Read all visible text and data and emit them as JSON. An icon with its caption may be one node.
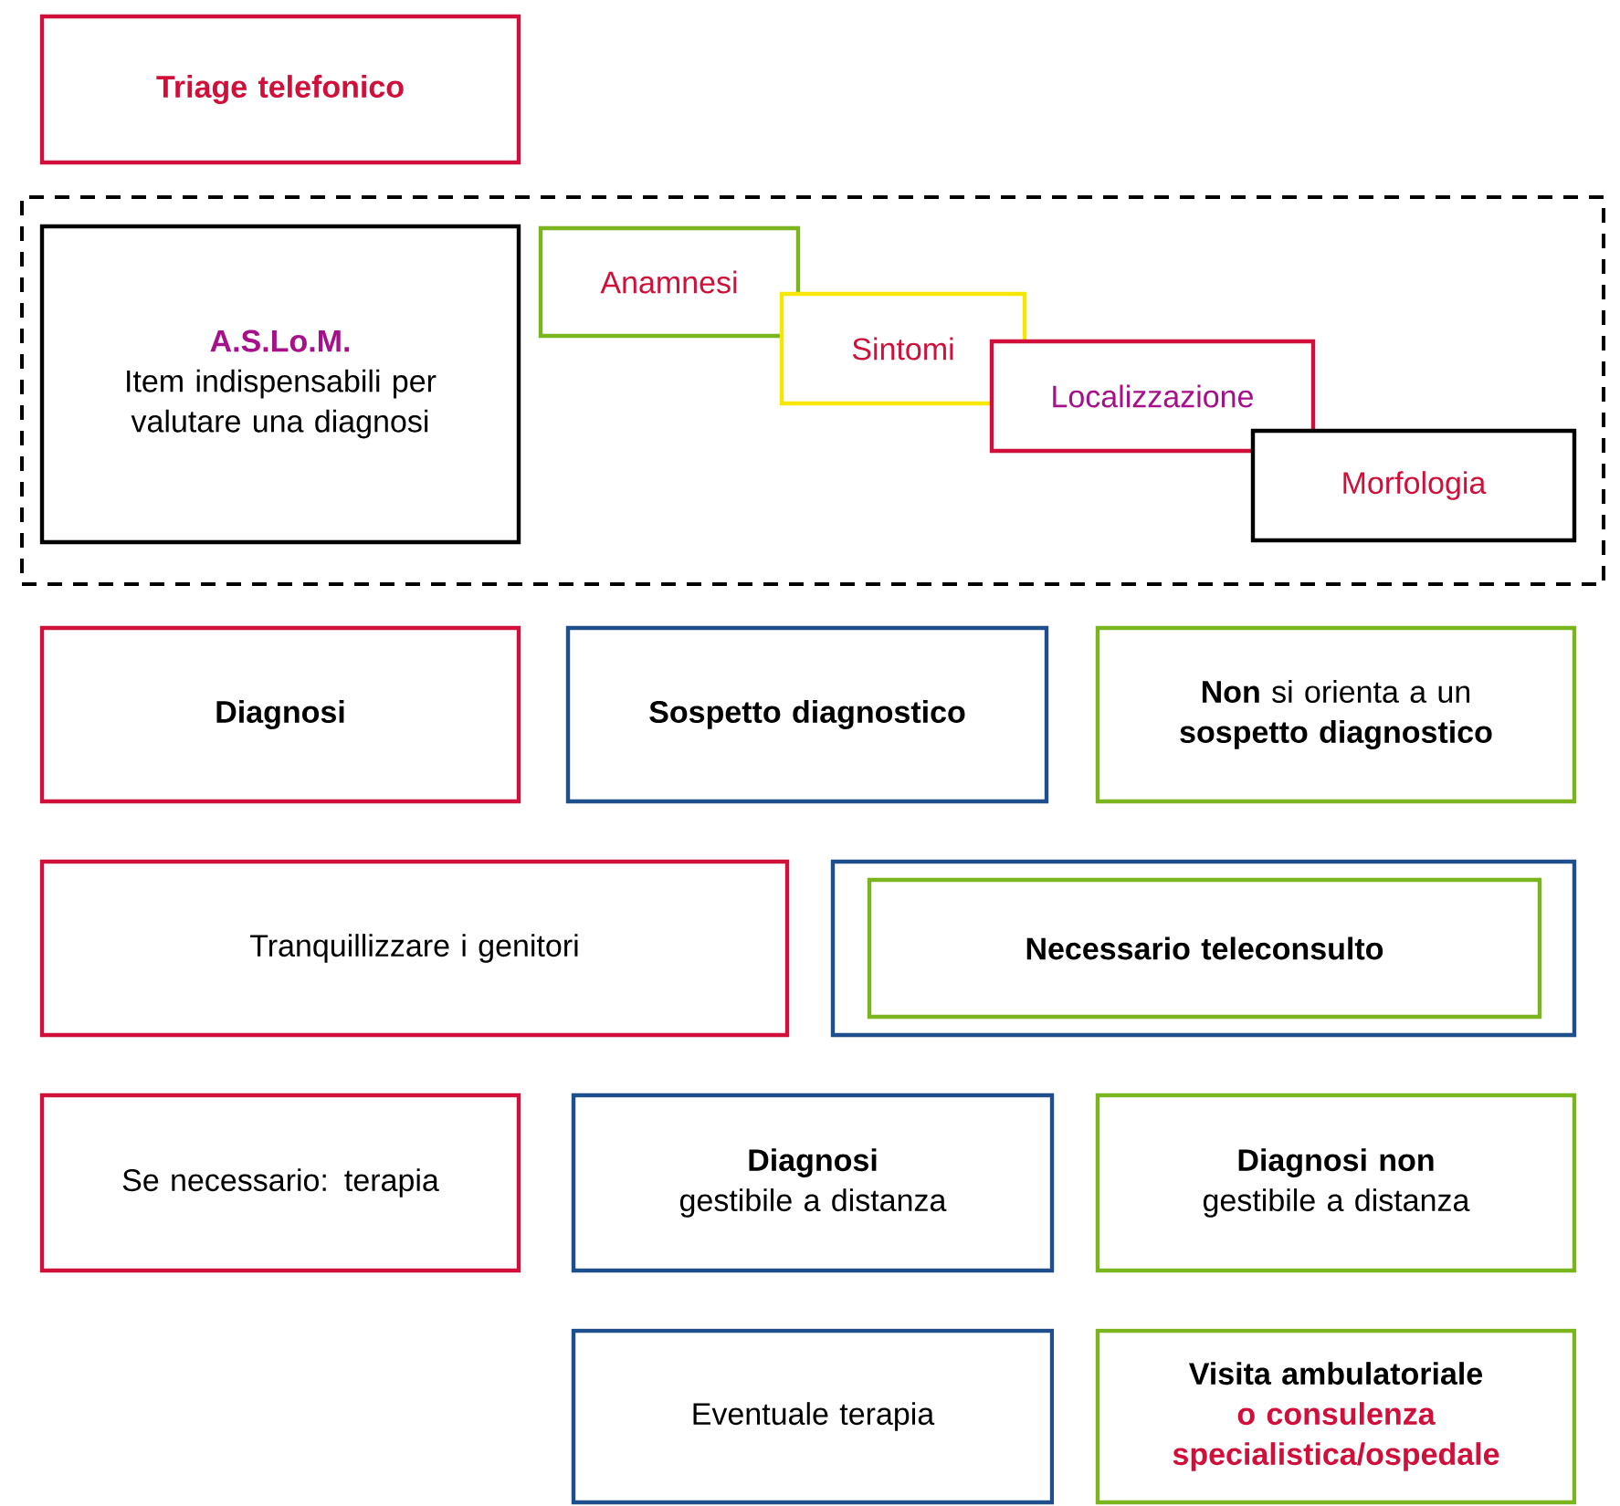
{
  "diagram": {
    "nodes": [
      {
        "text": [
          "Triage telefonico"
        ]
      },
      {
        "text": [],
        "shape": "box"
      },
      {
        "text": [
          "A.S.Lo.M.",
          "Item indispensabili per valutare una diagnosi"
        ],
        "in": 1
      },
      {
        "text": [
          "Anamnesi"
        ],
        "in": 1
      },
      {
        "text": [
          "Sintomi"
        ],
        "in": 1
      },
      {
        "text": [
          "Localizzazione"
        ],
        "in": 1
      },
      {
        "text": [
          "Morfologia"
        ],
        "in": 1
      },
      {
        "text": [
          "Diagnosi"
        ]
      },
      {
        "text": [
          "Sospetto diagnostico"
        ]
      },
      {
        "text": [
          "**Non** si orienta a un **sospetto diagnostico**"
        ]
      },
      {
        "text": [
          "Tranquillizzare i genitori"
        ]
      },
      {
        "text": [],
        "shape": "box"
      },
      {
        "text": [
          "Necessario teleconsulto"
        ],
        "in": 11
      },
      {
        "text": [
          "Se necessario: terapia"
        ]
      },
      {
        "text": [
          "Diagnosi",
          "gestibile a distanza"
        ]
      },
      {
        "text": [
          "Diagnosi non",
          "gestibile a distanza"
        ]
      },
      {
        "text": [
          "Eventuale terapia"
        ]
      },
      {
        "text": [
          "Visita ambulatoriale",
          "o consulenza specialistica/ospedale"
        ]
      }
    ]
  }
}
